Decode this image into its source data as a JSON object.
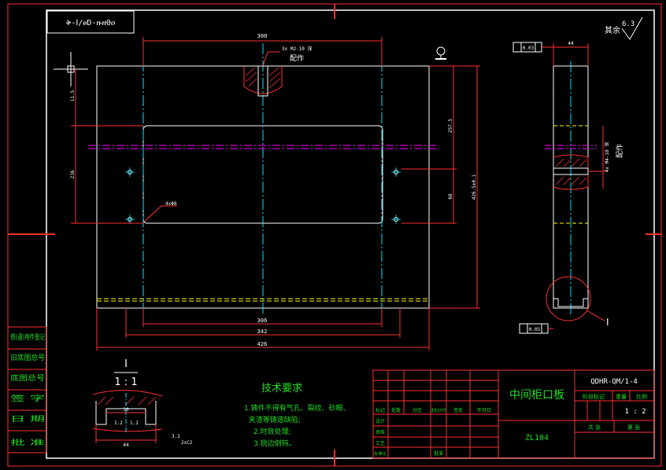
{
  "colors": {
    "background": "#000000",
    "frame": "#ffffff",
    "dimension": "#ff2020",
    "center_line": "#00e5ff",
    "section": "#ff00ff",
    "text_green": "#22dd22",
    "hidden": "#ffff00"
  },
  "drawing_no_box": "ቅ-Ⅰ/ፀD-ዙዘ0ዐ",
  "dims": {
    "top_width": "300",
    "bottom_306": "306",
    "bottom_342": "342",
    "bottom_426": "426",
    "left_11_5": "11.5",
    "left_216": "216",
    "right_257_5": "257.5",
    "right_68": "68",
    "right_total": "426.5±0.1",
    "thread_top": "3x M2-10 深",
    "thread_note": "配作",
    "hole_label": "4xΦ8",
    "side_width": "44",
    "side_thread": "4x M4-10 深",
    "side_thread_note": "配作",
    "flatness": "0.03",
    "bottom_tol": "0.05",
    "section_label": "I",
    "surface_rest": "其余",
    "roughness": "6.3"
  },
  "detail": {
    "title": "I",
    "scale": "1 : 1",
    "dim_30": "30",
    "dim_44": "44",
    "dim_1_2a": "1.2",
    "dim_1_2b": "1.2",
    "dim_3_2": "3.2",
    "dim_2x": "2xC2"
  },
  "tech_req": {
    "title": "技术要求",
    "lines": [
      "1.铸件不得有气孔、裂纹、砂眼、",
      "  夹渣等铸造缺陷;",
      "2.时效处理;",
      "3.锐边倒钝。"
    ]
  },
  "side_labels": [
    "旧底图总号",
    "底图总号",
    "签 字",
    "日 期",
    "批 准"
  ],
  "side_top": "借(通)用件登记",
  "title_block": {
    "part_name": "中间柜口板",
    "drawing_code": "QDHR-QM/1-4",
    "material": "ZL104",
    "scale_label": "比例",
    "scale": "1 : 2",
    "stage_label": "阶段标记",
    "weight_label": "重量",
    "sheet_total": "共  张",
    "sheet_no": "第  张",
    "row_labels": [
      "标记",
      "处数",
      "分区",
      "更改文件号",
      "签名",
      "年月日"
    ],
    "people": [
      "设计",
      "审核",
      "工艺",
      "标准化",
      "批准"
    ]
  }
}
